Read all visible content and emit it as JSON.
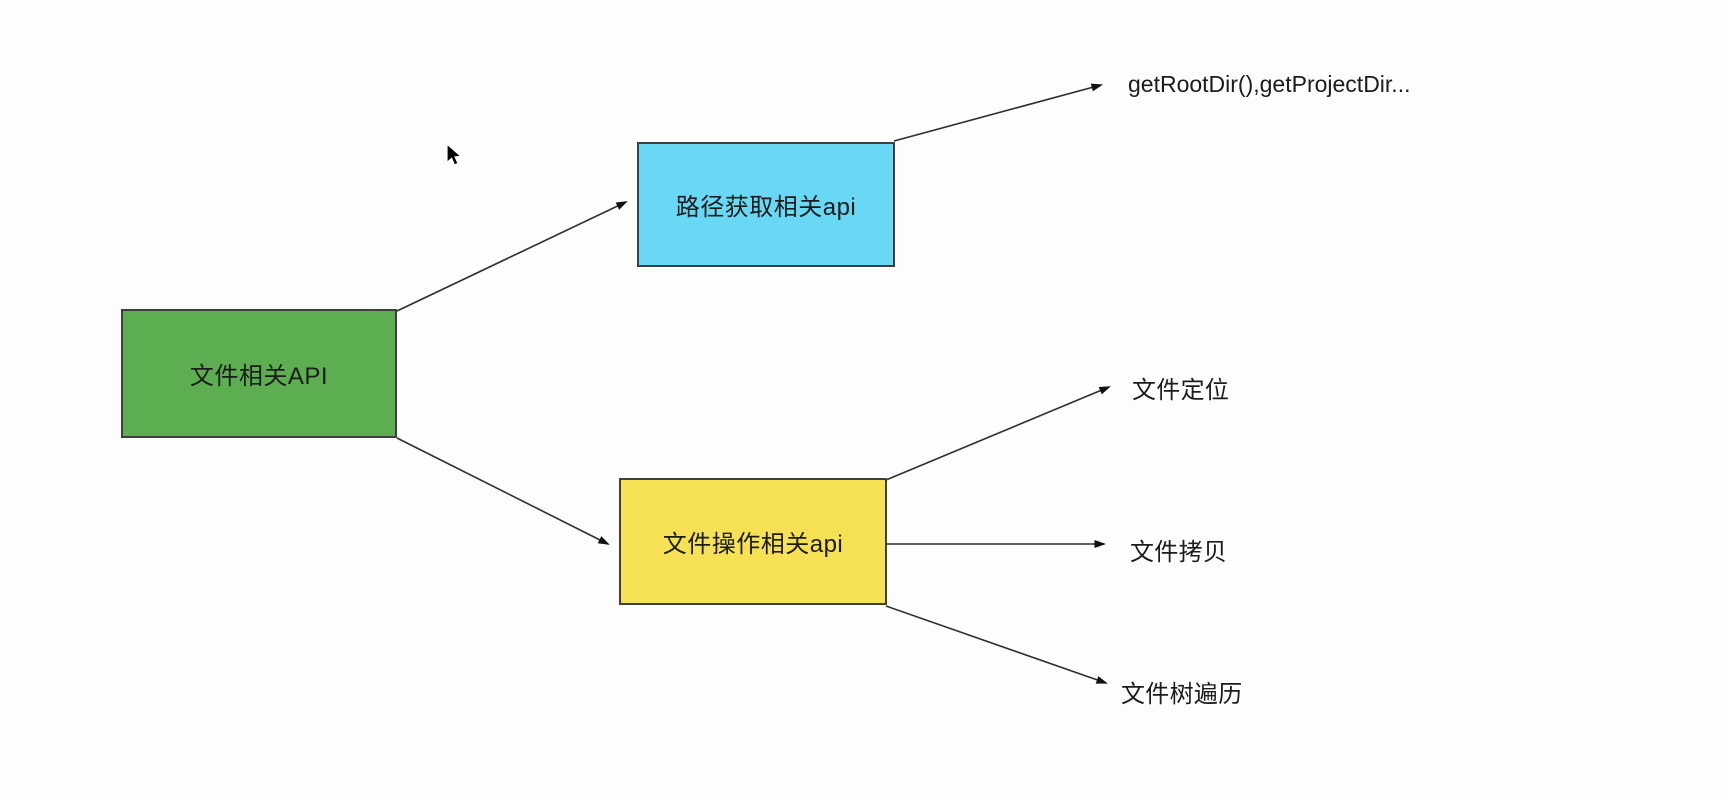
{
  "canvas": {
    "background_color": "#fdfdfd",
    "line_color": "#2f2f2f",
    "text_color": "#1c1c1c"
  },
  "mindmap": {
    "root": {
      "label": "文件相关API",
      "fill": "#5cae51"
    },
    "branches": [
      {
        "label": "路径获取相关api",
        "fill": "#69d8f4",
        "children": [
          {
            "label": "getRootDir(),getProjectDir..."
          }
        ]
      },
      {
        "label": "文件操作相关api",
        "fill": "#f6e154",
        "children": [
          {
            "label": "文件定位"
          },
          {
            "label": "文件拷贝"
          },
          {
            "label": "文件树遍历"
          }
        ]
      }
    ]
  },
  "cursor": {
    "type": "arrow-pointer",
    "color": "#000000"
  }
}
